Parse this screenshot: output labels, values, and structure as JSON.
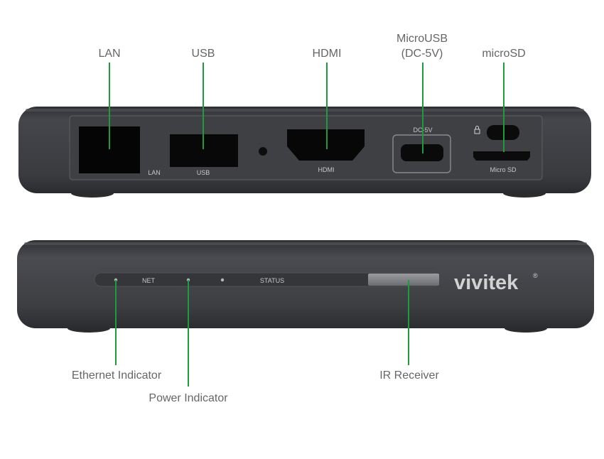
{
  "diagram": {
    "back_panel": {
      "callouts": {
        "lan": "LAN",
        "usb": "USB",
        "hdmi": "HDMI",
        "microusb_line1": "MicroUSB",
        "microusb_line2": "(DC-5V)",
        "microsd": "microSD"
      },
      "port_labels": {
        "lan": "LAN",
        "usb": "USB",
        "hdmi": "HDMI",
        "dc": "DC-5V",
        "microsd": "Micro SD"
      }
    },
    "front_panel": {
      "indicator_labels": {
        "net": "NET",
        "status": "STATUS"
      },
      "brand": "vivitek",
      "registered_mark": "®",
      "callouts": {
        "ethernet": "Ethernet Indicator",
        "power": "Power Indicator",
        "ir": "IR Receiver"
      }
    },
    "colors": {
      "leader": "#1f9a3c",
      "body": "#3c3d41",
      "callout_text": "#666666"
    }
  }
}
